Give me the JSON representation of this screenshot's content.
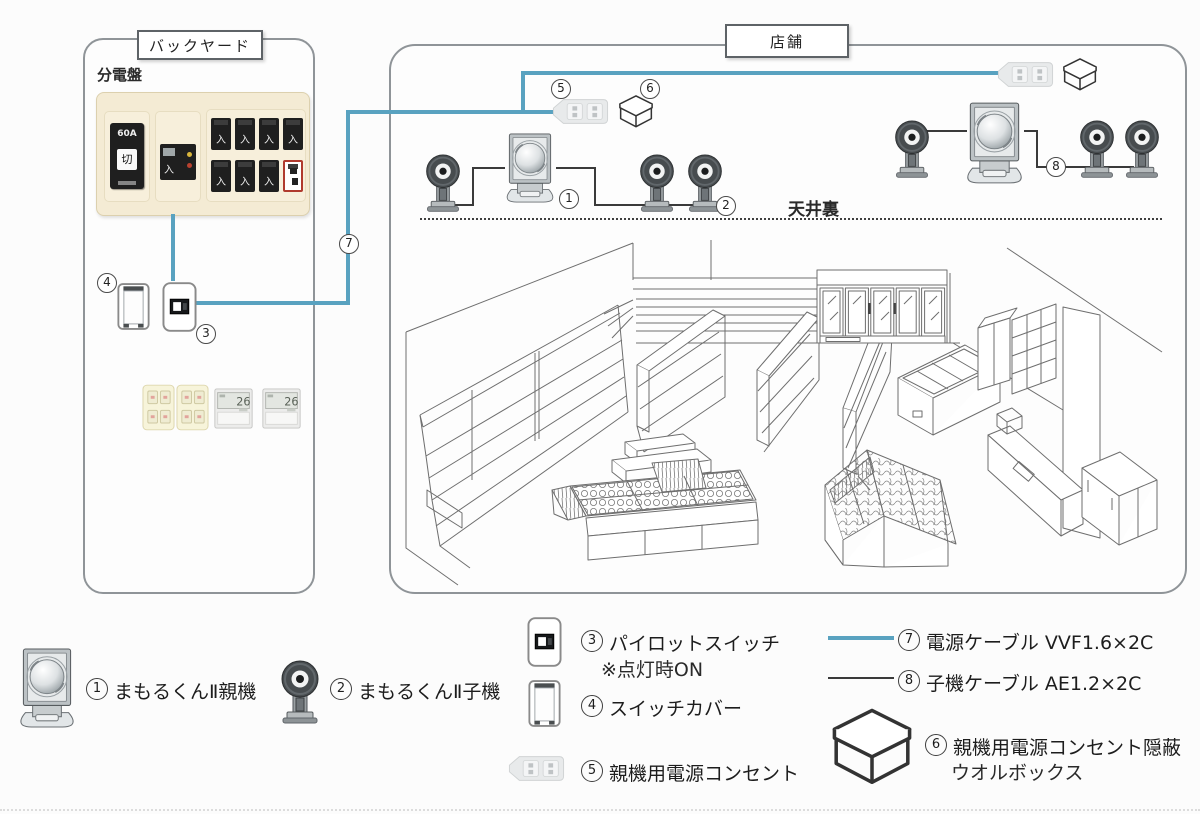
{
  "zones": {
    "backyard": {
      "title": "バックヤード",
      "panel_label": "分電盤"
    },
    "store": {
      "title": "店舗",
      "ceiling_label": "天井裏"
    }
  },
  "panel": {
    "main_amp": "60A",
    "main_off": "切",
    "on_char": "入"
  },
  "thermostat": {
    "display": "26"
  },
  "markers": {
    "parent": "1",
    "child": "2",
    "pilot_switch": "3",
    "switch_cover": "4",
    "outlet": "5",
    "wallbox": "6",
    "power_cable": "7",
    "child_cable": "8"
  },
  "legend": {
    "items": [
      {
        "num": "1",
        "label": "まもるくんⅡ親機"
      },
      {
        "num": "2",
        "label": "まもるくんⅡ子機"
      },
      {
        "num": "3",
        "label": "パイロットスイッチ",
        "note": "※点灯時ON"
      },
      {
        "num": "4",
        "label": "スイッチカバー"
      },
      {
        "num": "5",
        "label": "親機用電源コンセント"
      },
      {
        "num": "7",
        "label": "電源ケーブル VVF1.6×2C"
      },
      {
        "num": "8",
        "label": "子機ケーブル AE1.2×2C"
      },
      {
        "num": "6",
        "label": "親機用電源コンセント隠蔽",
        "label2": "ウオルボックス"
      }
    ]
  },
  "colors": {
    "power_cable": "#59a2c0",
    "child_cable": "#3a3a3a",
    "panel_bg": "#f4ebd4",
    "highlight": "#b03a2e"
  }
}
